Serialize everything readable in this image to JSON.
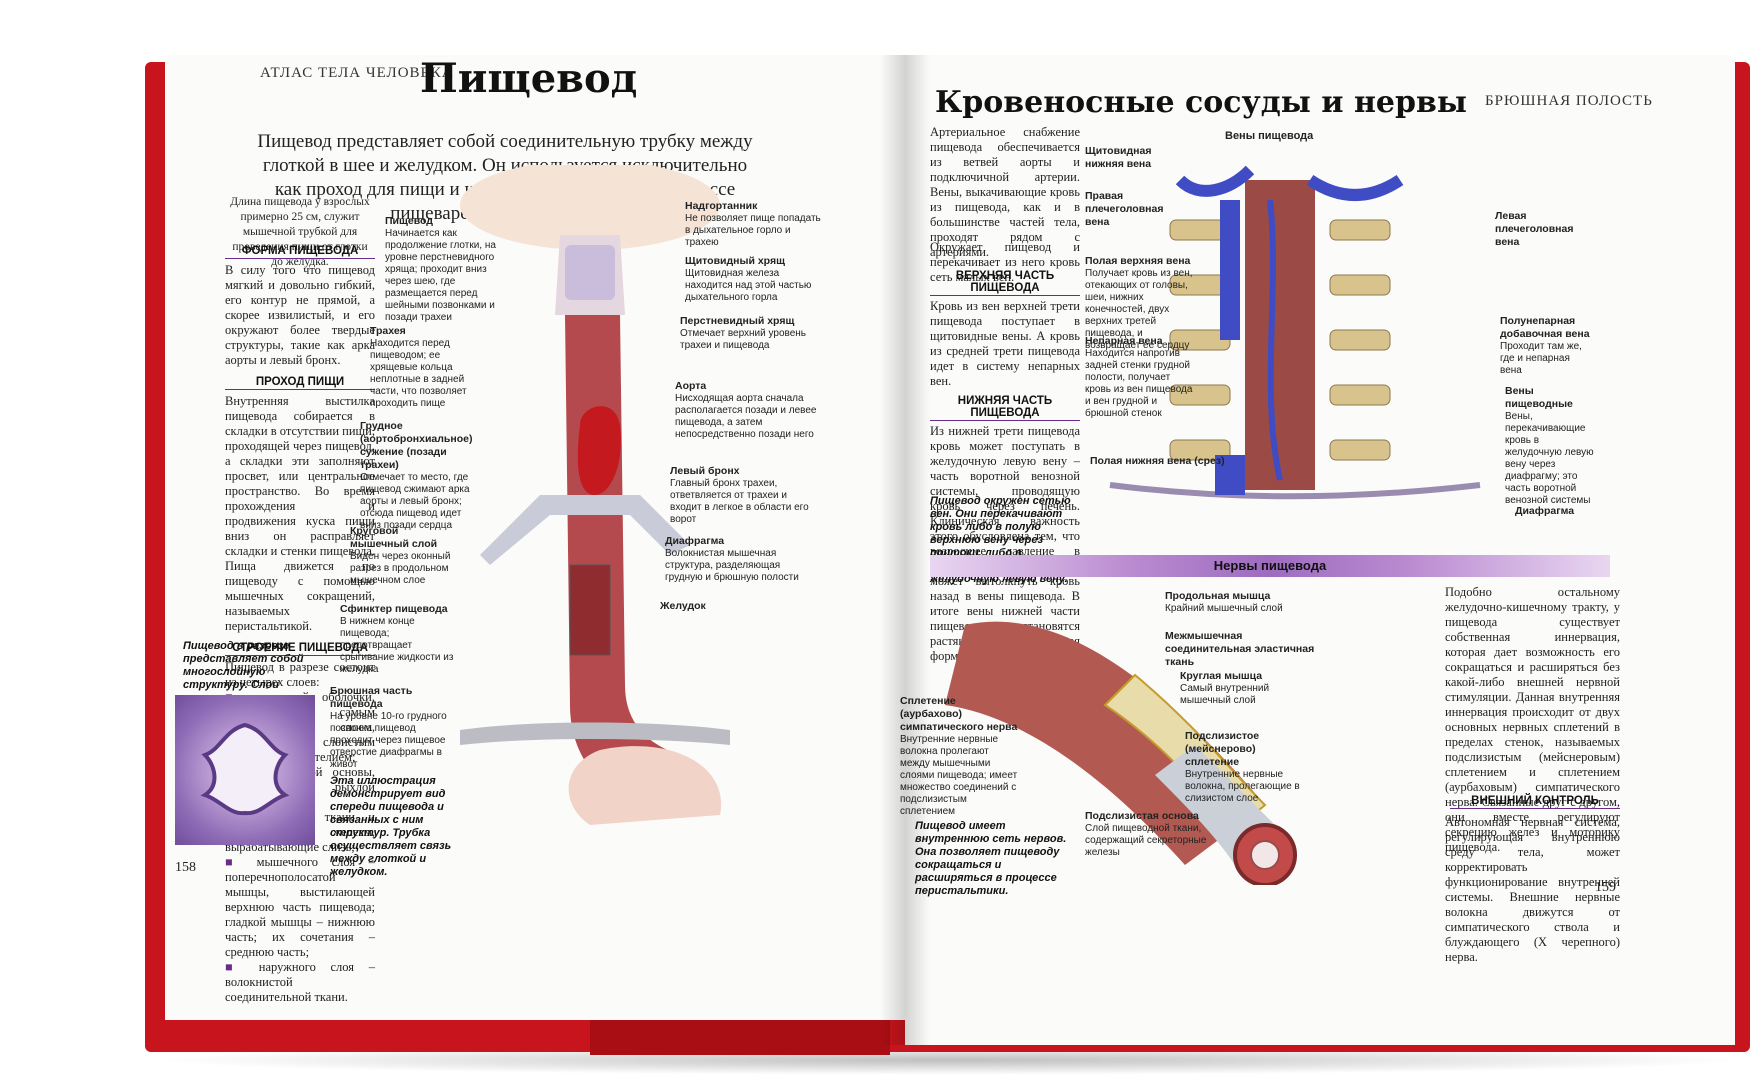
{
  "left_page": {
    "running_head": "АТЛАС ТЕЛА ЧЕЛОВЕКА",
    "title": "Пищевод",
    "lead": "Пищевод представляет собой соединительную трубку между глоткой в шее и желудком. Он используется исключительно как проход для пищи и не принимает участия в процессе пищеварения и поглощения.",
    "intro": "Длина пищевода у взрослых примерно 25 см, служит мышечной трубкой для проведения пищи от глотки до желудка.",
    "sections": [
      {
        "head": "ФОРМА ПИЩЕВОДА",
        "text": "В силу того что пищевод мягкий и довольно гибкий, его контур не прямой, а скорее извилистый, и его окружают более твердые структуры, такие как арка аорты и левый бронх."
      },
      {
        "head": "ПРОХОД ПИЩИ",
        "text": "Внутренняя выстилка пищевода собирается в складки в отсутствии пищи, проходящей через пищевод, а складки эти заполняют просвет, или центральное пространство. Во время прохождения и продвижения куска пищи вниз он расправляет складки и стенки пищевода. Пища движется по пищеводу с помощью мышечных сокращений, называемых перистальтикой."
      },
      {
        "head": "СТРОЕНИЕ ПИЩЕВОДА",
        "text": "Пищевод в разрезе состоит из четырех слоев:"
      }
    ],
    "layers": [
      "слизистой оболочки, являющейся самым глубоким слоем, выстланным слоистым чешуйчатым эпителием;",
      "подслизистой основы, состоящей из рыхлой волокнистой соединительной ткани и содержащей железы, вырабатывающие слизь;",
      "мышечного слоя – поперечнополосатой мышцы, выстилающей верхнюю часть пищевода; гладкой мышцы – нижнюю часть; их сочетания – среднюю часть;",
      "наружного слоя – волокнистой соединительной ткани."
    ],
    "note_micro": "Пищевод в разрезе представляет собой многослойную структуру. Слои аналогичны тем, которые встречаются в остальных частях желудочно-кишечного тракта.",
    "note_front": "Эта иллюстрация демонстрирует вид спереди пищевода и связанных с ним структур. Трубка осуществляет связь между глоткой и желудком.",
    "labels_left": [
      {
        "title": "Пищевод",
        "text": "Начинается как продолжение глотки, на уровне перстневидного хряща; проходит вниз через шею, где размещается перед шейными позвонками и позади трахеи"
      },
      {
        "title": "Трахея",
        "text": "Находится перед пищеводом; ее хрящевые кольца неплотные в задней части, что позволяет проходить пище"
      },
      {
        "title": "Грудное (аортобронхиальное) сужение (позади трахеи)",
        "text": "Отмечает то место, где пищевод сжимают арка аорты и левый бронх; отсюда пищевод идет вниз позади сердца"
      },
      {
        "title": "Круговой мышечный слой",
        "text": "Виден через оконный разрез в продольном мышечном слое"
      },
      {
        "title": "Сфинктер пищевода",
        "text": "В нижнем конце пищевода; предотвращает срыгивание жидкости из желудка"
      },
      {
        "title": "Брюшная часть пищевода",
        "text": "На уровне 10-го грудного позвонка пищевод проходит через пищевое отверстие диафрагмы в живот"
      }
    ],
    "labels_right": [
      {
        "title": "Надгортанник",
        "text": "Не позволяет пище попадать в дыхательное горло и трахею"
      },
      {
        "title": "Щитовидный хрящ",
        "text": "Щитовидная железа находится над этой частью дыхательного горла"
      },
      {
        "title": "Перстневидный хрящ",
        "text": "Отмечает верхний уровень трахеи и пищевода"
      },
      {
        "title": "Аорта",
        "text": "Нисходящая аорта сначала располагается позади и левее пищевода, а затем непосредственно позади него"
      },
      {
        "title": "Левый бронх",
        "text": "Главный бронх трахеи, ответвляется от трахеи и входит в легкое в области его ворот"
      },
      {
        "title": "Диафрагма",
        "text": "Волокнистая мышечная структура, разделяющая грудную и брюшную полости"
      },
      {
        "title": "Желудок",
        "text": ""
      }
    ],
    "page_number": "158"
  },
  "right_page": {
    "running_head": "БРЮШНАЯ ПОЛОСТЬ",
    "title": "Кровеносные сосуды и нервы",
    "intro": "Артериальное снабжение пищевода обеспечивается из ветвей аорты и подключичной артерии. Вены, выкачивающие кровь из пищевода, как и в большинстве частей тела, проходят рядом с артериями.",
    "intro2": "Окружает пищевод и перекачивает из него кровь сеть малых вен.",
    "sections": [
      {
        "head": "ВЕРХНЯЯ ЧАСТЬ ПИЩЕВОДА",
        "text": "Кровь из вен верхней трети пищевода поступает в щитовидные вены. А кровь из средней трети пищевода идет в систему непарных вен."
      },
      {
        "head": "НИЖНЯЯ ЧАСТЬ ПИЩЕВОДА",
        "text": "Из нижней трети пищевода кровь может поступать в желудочную левую вену – часть воротной венозной системы, проводящую кровь через печень. Клиническая важность этого обусловлена тем, что возросшее давление в воротной венозной системе может вытолкнуть кровь назад в вены пищевода. В итоге вены нижней части пищевода становятся растянутыми (варикозная форма) и могут лопнуть."
      }
    ],
    "note_veins": "Пищевод окружен сетью вен. Они перекачивают кровь либо в полую верхнюю вену через притоки, либо в воротную вену через желудочную левую вену.",
    "veins_title": "Вены пищевода",
    "vein_labels_left": [
      {
        "title": "Щитовидная нижняя вена",
        "text": ""
      },
      {
        "title": "Правая плечеголовная вена",
        "text": ""
      },
      {
        "title": "Полая верхняя вена",
        "text": "Получает кровь из вен, отекающих от головы, шеи, нижних конечностей, двух верхних третей пищевода, и возвращает ее сердцу"
      },
      {
        "title": "Непарная вена",
        "text": "Находится напротив задней стенки грудной полости, получает кровь из вен пищевода и вен грудной и брюшной стенок"
      },
      {
        "title": "Полая нижняя вена (срез)",
        "text": ""
      }
    ],
    "vein_labels_right": [
      {
        "title": "Левая плечеголовная вена",
        "text": ""
      },
      {
        "title": "Полунепарная добавочная вена",
        "text": "Проходит там же, где и непарная вена"
      },
      {
        "title": "Вены пищеводные",
        "text": "Вены, перекачивающие кровь в желудочную левую вену через диафрагму; это часть воротной венозной системы"
      },
      {
        "title": "Диафрагма",
        "text": ""
      }
    ],
    "nerves_band": "Нервы пищевода",
    "nerve_labels": [
      {
        "title": "Продольная мышца",
        "text": "Крайний мышечный слой"
      },
      {
        "title": "Межмышечная соединительная эластичная ткань",
        "text": ""
      },
      {
        "title": "Круглая мышца",
        "text": "Самый внутренний мышечный слой"
      },
      {
        "title": "Сплетение (аурбахово) симпатического нерва",
        "text": "Внутренние нервные волокна пролегают между мышечными слоями пищевода; имеет множество соединений с подслизистым сплетением"
      },
      {
        "title": "Подслизистое (мейснерово) сплетение",
        "text": "Внутренние нервные волокна, пролегающие в слизистом слое"
      },
      {
        "title": "Подслизистая основа",
        "text": "Слой пищеводной ткани, содержащий секреторные железы"
      }
    ],
    "note_nerves": "Пищевод имеет внутреннюю сеть нервов. Она позволяет пищеводу сокращаться и расширяться в процессе перистальтики.",
    "side_text": "Подобно остальному желудочно-кишечному тракту, у пищевода существует собственная иннервация, которая дает возможность его сокращаться и расширяться без какой-либо внешней нервной стимуляции. Данная внутренняя иннервация происходит от двух основных нервных сплетений в пределах стенок, называемых подслизистым (мейснеровым) сплетением и сплетением (аурбаховым) симпатического нерва. Связанные друг с другом, они вместе регулируют секрецию желез и моторику пищевода.",
    "side_head": "ВНЕШНИЙ КОНТРОЛЬ",
    "side_text2": "Автономная нервная система, регулирующая внутреннюю среду тела, может корректировать функционирование внутренней системы. Внешние нервные волокна движутся от симпатического ствола и блуждающего (X черепного) нерва.",
    "page_number": "159"
  }
}
